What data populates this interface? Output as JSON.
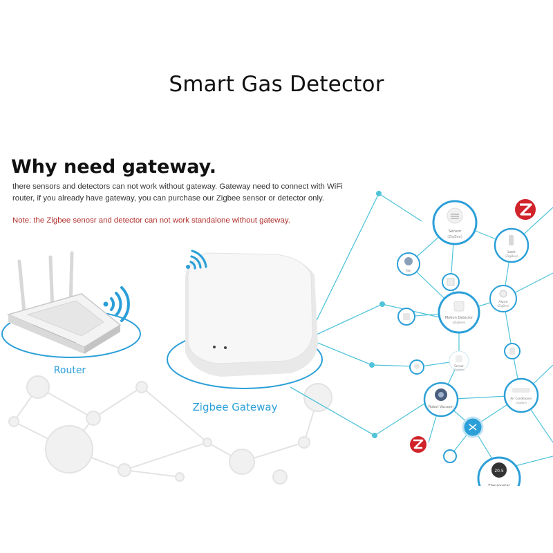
{
  "title": "Smart Gas Detector",
  "heading": "Why need gateway.",
  "description": "there sensors and detectors can not work without gateway. Gateway need to connect with WiFi router, if you already have gateway, you can purchase our Zigbee sensor or detector only.",
  "note": "Note: the Zigbee senosr and detector can not work standalone without gateway.",
  "router_label": "Router",
  "gateway_label": "Zigbee Gateway",
  "devices": {
    "sensor": "Sensor",
    "sensor_sub": "(ZigBee)",
    "lock": "Lock",
    "lock_sub": "(ZigBee)",
    "fan": "Fan",
    "motion": "Motion Detector",
    "motion_sub": "(ZigBee)",
    "alarm": "Alarm",
    "alarm_sub": "(ZigBee)",
    "sensor2": "Sensor",
    "sensor2_sub": "(ZigBee)",
    "vacuum": "Robot Vacuum",
    "air_conditioner": "Air Conditioner",
    "air_conditioner_sub": "(ZigBee)",
    "thermostat": "Thermostat",
    "thermostat_display": "20.5"
  },
  "colors": {
    "accent": "#2b9fd8",
    "network_line": "#4fc3d9",
    "zigbee_logo": "#d1232a",
    "note_text": "#b0312c"
  }
}
